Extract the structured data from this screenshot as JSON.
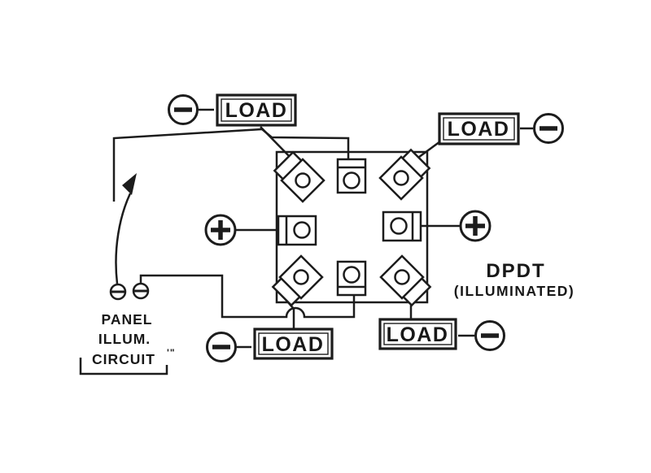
{
  "diagram": {
    "switch": {
      "type_label": "DPDT",
      "subtitle_label": "(ILLUMINATED)"
    },
    "loads": {
      "top_left": "LOAD",
      "top_right": "LOAD",
      "bottom_left": "LOAD",
      "bottom_right": "LOAD"
    },
    "panel_circuit": {
      "line1": "PANEL",
      "line2": "ILLUM.",
      "line3": "CIRCUIT",
      "footnote_marks": "'\""
    },
    "icons": {
      "minus_terminal_icon": "⊖",
      "plus_terminal_icon": "⊕",
      "screw_terminal_icon": "⊖",
      "lamp_terminal_icon": "diamond-with-circle",
      "main_terminal_icon": "square-with-circle",
      "connection_arrow_icon": "↗"
    },
    "colors": {
      "ink": "#1c1c1c",
      "paper": "#ffffff"
    }
  }
}
